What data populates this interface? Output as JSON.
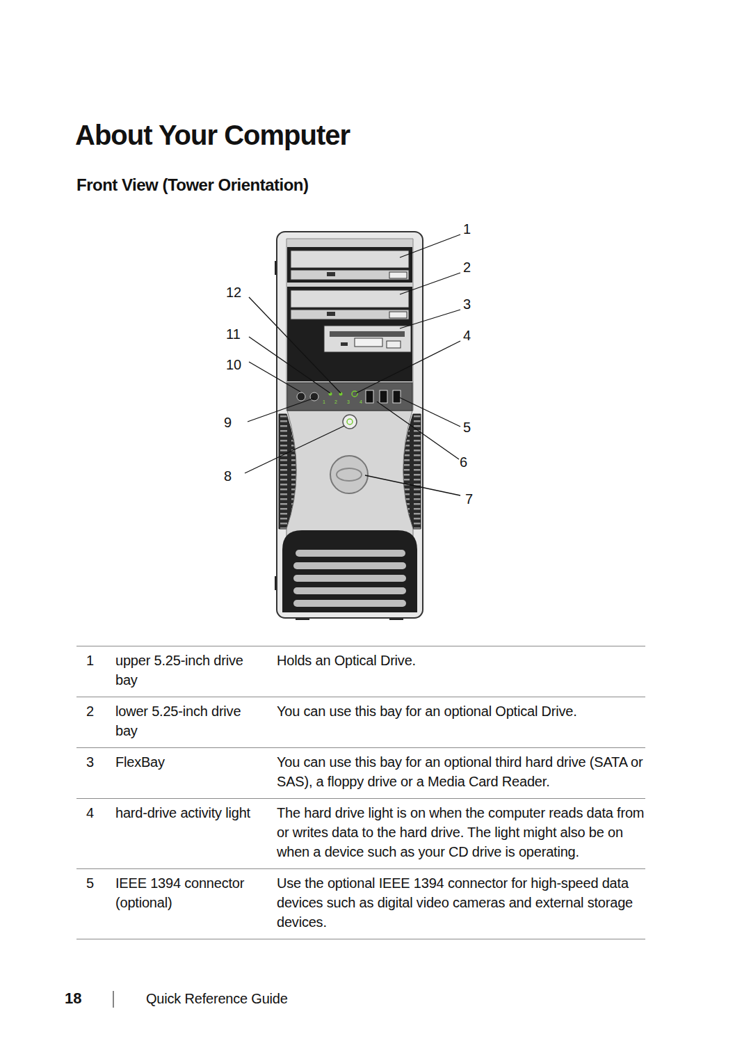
{
  "diagram": {
    "title": "About Your Computer",
    "labels": [
      "Front View (Tower Orientation)",
      "1",
      "2",
      "3",
      "4",
      "5",
      "6",
      "7",
      "8",
      "9",
      "10",
      "11",
      "12",
      "1",
      "2",
      "3",
      "4",
      "1",
      "upper 5.25-inch drive bay",
      "Holds an Optical Drive.",
      "2",
      "lower 5.25-inch drive bay",
      "You can use this bay for an optional Optical Drive.",
      "3",
      "FlexBay",
      "You can use this bay for an optional third hard drive (SATA or SAS), a floppy drive or a Media Card Reader.",
      "4",
      "hard-drive activity light",
      "The hard drive light is on when the computer reads data from or writes data to the hard drive. The light might also be on when a device such as your CD drive is operating.",
      "5",
      "IEEE 1394 connector (optional)",
      "Use the optional IEEE 1394 connector for high-speed data devices such as digital video cameras and external storage devices.",
      "18",
      "Quick Reference Guide"
    ]
  }
}
